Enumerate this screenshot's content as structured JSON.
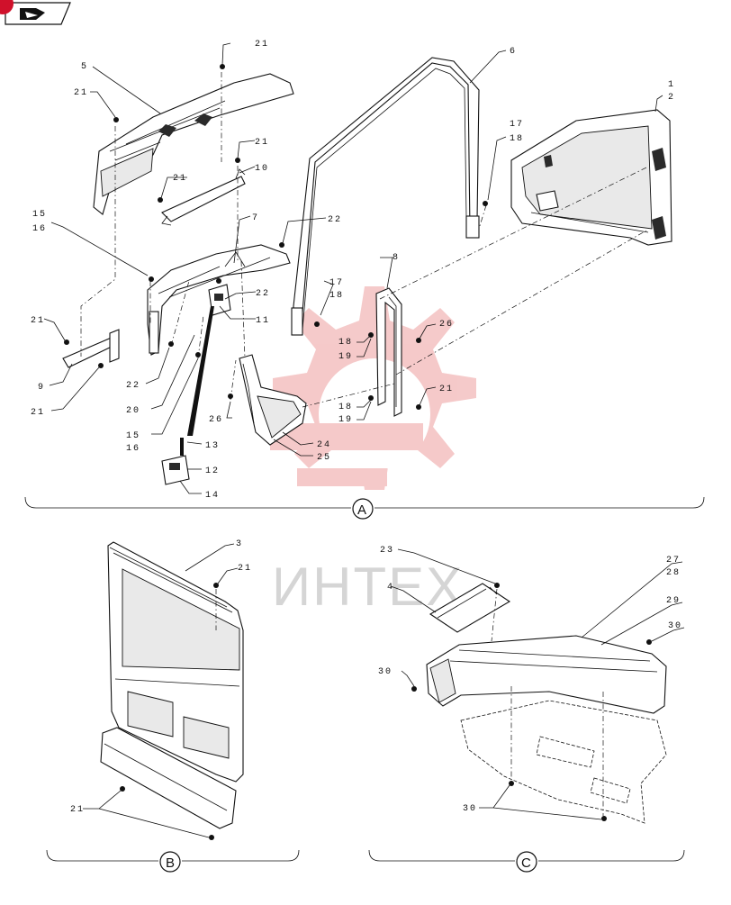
{
  "parts_diagram": {
    "watermark": {
      "text": "ИНТЕХ",
      "gear_color": "#f2b8b8"
    },
    "sections": [
      {
        "id": "section-a",
        "label": "A"
      },
      {
        "id": "section-b",
        "label": "B"
      },
      {
        "id": "section-c",
        "label": "C"
      }
    ],
    "callouts": {
      "c1": "1",
      "c2": "2",
      "c3": "3",
      "c4": "4",
      "c5": "5",
      "c6": "6",
      "c7": "7",
      "c8": "8",
      "c9": "9",
      "c10": "10",
      "c11": "11",
      "c12": "12",
      "c13": "13",
      "c14": "14",
      "c15": "15",
      "c16": "16",
      "c17": "17",
      "c18": "18",
      "c19": "19",
      "c20": "20",
      "c21": "21",
      "c22": "22",
      "c23": "23",
      "c24": "24",
      "c25": "25",
      "c26": "26",
      "c27": "27",
      "c28": "28",
      "c29": "29",
      "c30": "30"
    },
    "colors": {
      "badge": "#d0112b",
      "ink": "#111111"
    }
  }
}
